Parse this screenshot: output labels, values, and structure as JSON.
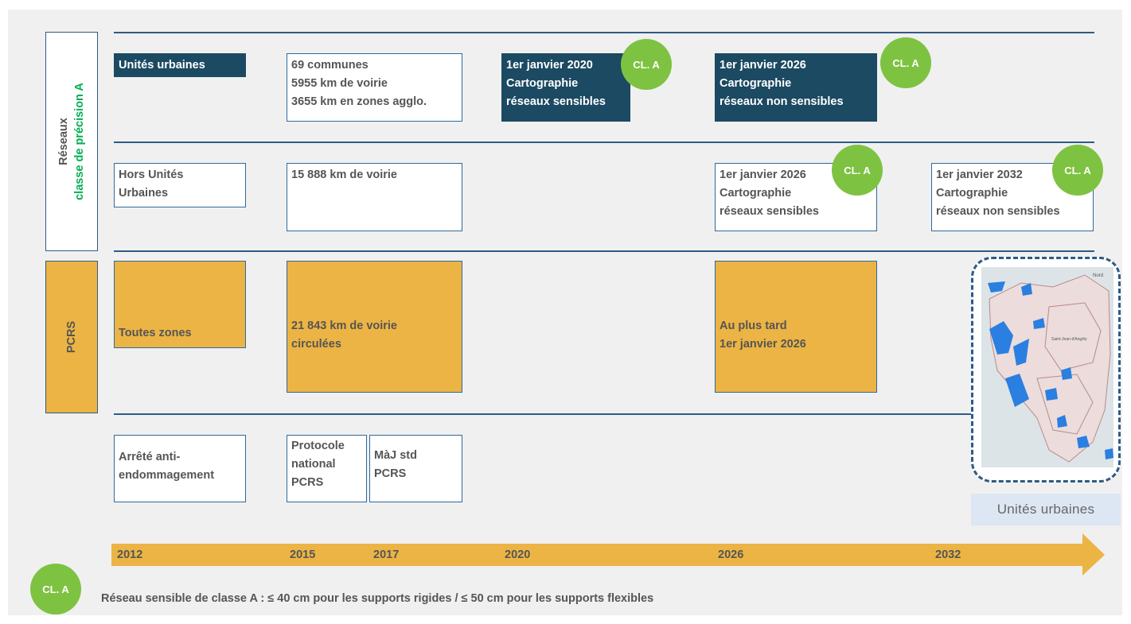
{
  "side_labels": {
    "reseaux_line1": "Réseaux",
    "reseaux_line2": "classe de précision A",
    "pcrs": "PCRS"
  },
  "colors": {
    "navy": "#1b4a62",
    "line_blue": "#2e5a86",
    "gold": "#ecb444",
    "green": "#7ec242",
    "green_text": "#00b050"
  },
  "rows": {
    "urbaines": {
      "label": "Unités urbaines",
      "stats": [
        "69 communes",
        "5955 km de voirie",
        "3655 km en zones agglo."
      ],
      "milestone_2020": [
        "1er janvier 2020",
        "Cartographie",
        "réseaux sensibles"
      ],
      "milestone_2026": [
        "1er janvier 2026",
        "Cartographie",
        "réseaux non sensibles"
      ]
    },
    "hors_urbaines": {
      "label": [
        "Hors Unités",
        "Urbaines"
      ],
      "stats": "15 888 km de voirie",
      "milestone_2026": [
        "1er janvier 2026",
        "Cartographie",
        "réseaux sensibles"
      ],
      "milestone_2032": [
        "1er janvier 2032",
        "Cartographie",
        "réseaux non sensibles"
      ]
    },
    "pcrs": {
      "label": "Toutes zones",
      "stats": [
        "21 843 km de voirie",
        "circulées"
      ],
      "deadline": [
        "Au plus tard",
        "1er janvier 2026"
      ]
    },
    "texts": {
      "arrete": [
        "Arrêté anti-",
        "endommagement"
      ],
      "protocole": [
        "Protocole",
        "national",
        "PCRS"
      ],
      "maj": [
        "MàJ std",
        "PCRS"
      ]
    }
  },
  "badge": "CL. A",
  "timeline": {
    "years": [
      "2012",
      "2015",
      "2017",
      "2020",
      "2026",
      "2032"
    ]
  },
  "legend": {
    "badge": "CL. A",
    "text": "Réseau sensible de classe A : ≤ 40 cm pour les supports rigides / ≤ 50 cm pour les supports flexibles"
  },
  "map": {
    "caption": "Unités urbaines",
    "labels": [
      "Nord",
      "Saint-Jean-d'Angély"
    ]
  }
}
